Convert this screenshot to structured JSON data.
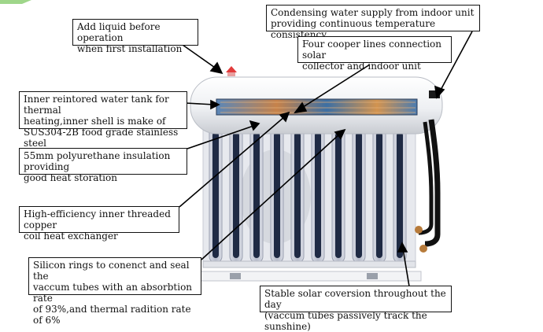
{
  "callouts": {
    "add_liquid": "Add liquid before operation\nwhen first installation",
    "condensing_water": "Condensing water supply from indoor unit\nproviding continuous temperature consistency",
    "copper_lines": "Four cooper lines connection solar\ncollector and indoor unit",
    "water_tank": "Inner reintored water tank for thermal\n heating,inner shell is make of\nSUS304-2B food grade stainless steel",
    "insulation": "55mm polyurethane insulation providing\ngood heat storation",
    "heat_exchanger": "High-efficiency inner threaded copper\n coil heat exchanger",
    "silicon_rings": "Silicon rings to conenct and seal the\nvaccum tubes with an absorbtion rate\nof 93%,and thermal radition rate of 6%",
    "solar_conversion": "Stable solar coversion throughout the day\n(vaccum tubes passively track the sunshine)"
  },
  "colors": {
    "tank": "#f3f4f6",
    "tube_dark": "#1f2a44",
    "tube_glass": "#c9ccd8",
    "pipe": "#111111",
    "copper": "#b77b3b"
  }
}
